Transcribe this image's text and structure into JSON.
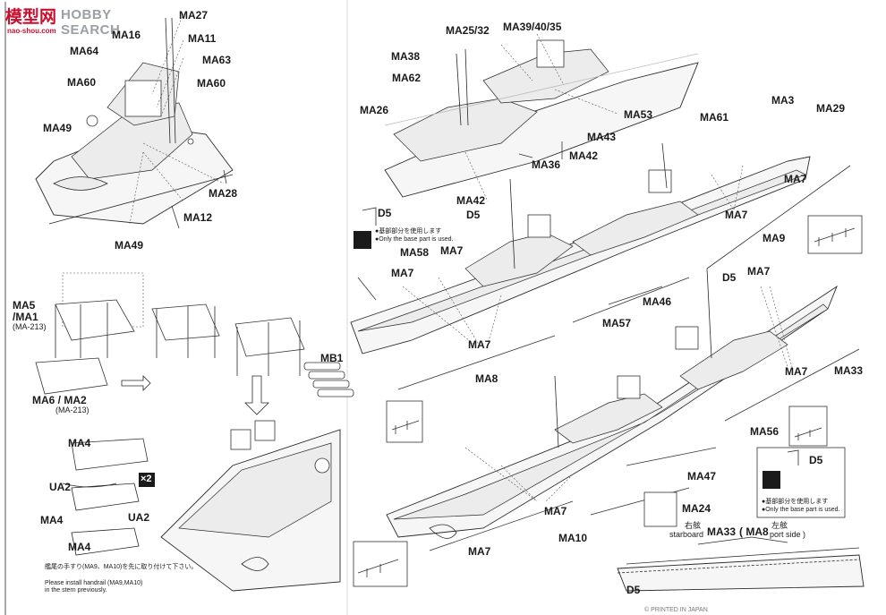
{
  "watermark": {
    "logo_text": "模型网",
    "brand_word": "HOBBY SEARCH",
    "site": "nao-shou.com"
  },
  "top_left_labels": [
    "MA27",
    "MA16",
    "MA11",
    "MA64",
    "MA63",
    "MA60",
    "MA60",
    "MA49",
    "MA28",
    "MA12",
    "MA49"
  ],
  "top_center_labels": [
    "MA25/32",
    "MA39/40/35",
    "MA38",
    "MA62",
    "MA26",
    "MA53",
    "MA43",
    "MA42",
    "MA36",
    "MA42"
  ],
  "top_right_labels": [
    "MA3",
    "MA29",
    "MA61",
    "MA7",
    "MA7",
    "MA9"
  ],
  "mid_left": {
    "ma5": "MA5",
    "ma1": "/MA1",
    "ma213_a": "(MA-213)",
    "ma6": "MA6 / MA2",
    "ma213_b": "(MA-213)",
    "mb1": "MB1"
  },
  "bottom_left": {
    "ma4_a": "MA4",
    "ua2_a": "UA2",
    "x2": "×2",
    "ma4_b": "MA4",
    "ua2_b": "UA2",
    "ma4_c": "MA4",
    "note_jp": "艦尾の手すり(MA9、MA10)を先に取り付けて下さい。",
    "note_en_1": "Please install handrail (MA9,MA10)",
    "note_en_2": "in the stern previously."
  },
  "mid_center": {
    "d5": "D5",
    "d5b": "D5",
    "base_jp": "●基部部分を使用します",
    "base_en": "●Only the base part is used.",
    "labels": [
      "MA58",
      "MA7",
      "MA7",
      "MA7",
      "MA8",
      "MA46",
      "MA57"
    ]
  },
  "lower_right": {
    "d5": "D5",
    "labels": [
      "MA7",
      "MA7",
      "MA33",
      "MA56",
      "MA47",
      "MA24",
      "MA7",
      "MA10",
      "MA7"
    ],
    "box_d5": "D5",
    "box_jp": "●基部部分を使用します",
    "box_en": "●Only the base part is used.",
    "starboard_jp": "右舷",
    "starboard_en": "starboard",
    "ma33": "MA33",
    "ma8": "( MA8",
    "port_jp": "左舷",
    "port_en": "port side )",
    "d5_bottom": "D5"
  },
  "footer": "© PRINTED IN JAPAN"
}
